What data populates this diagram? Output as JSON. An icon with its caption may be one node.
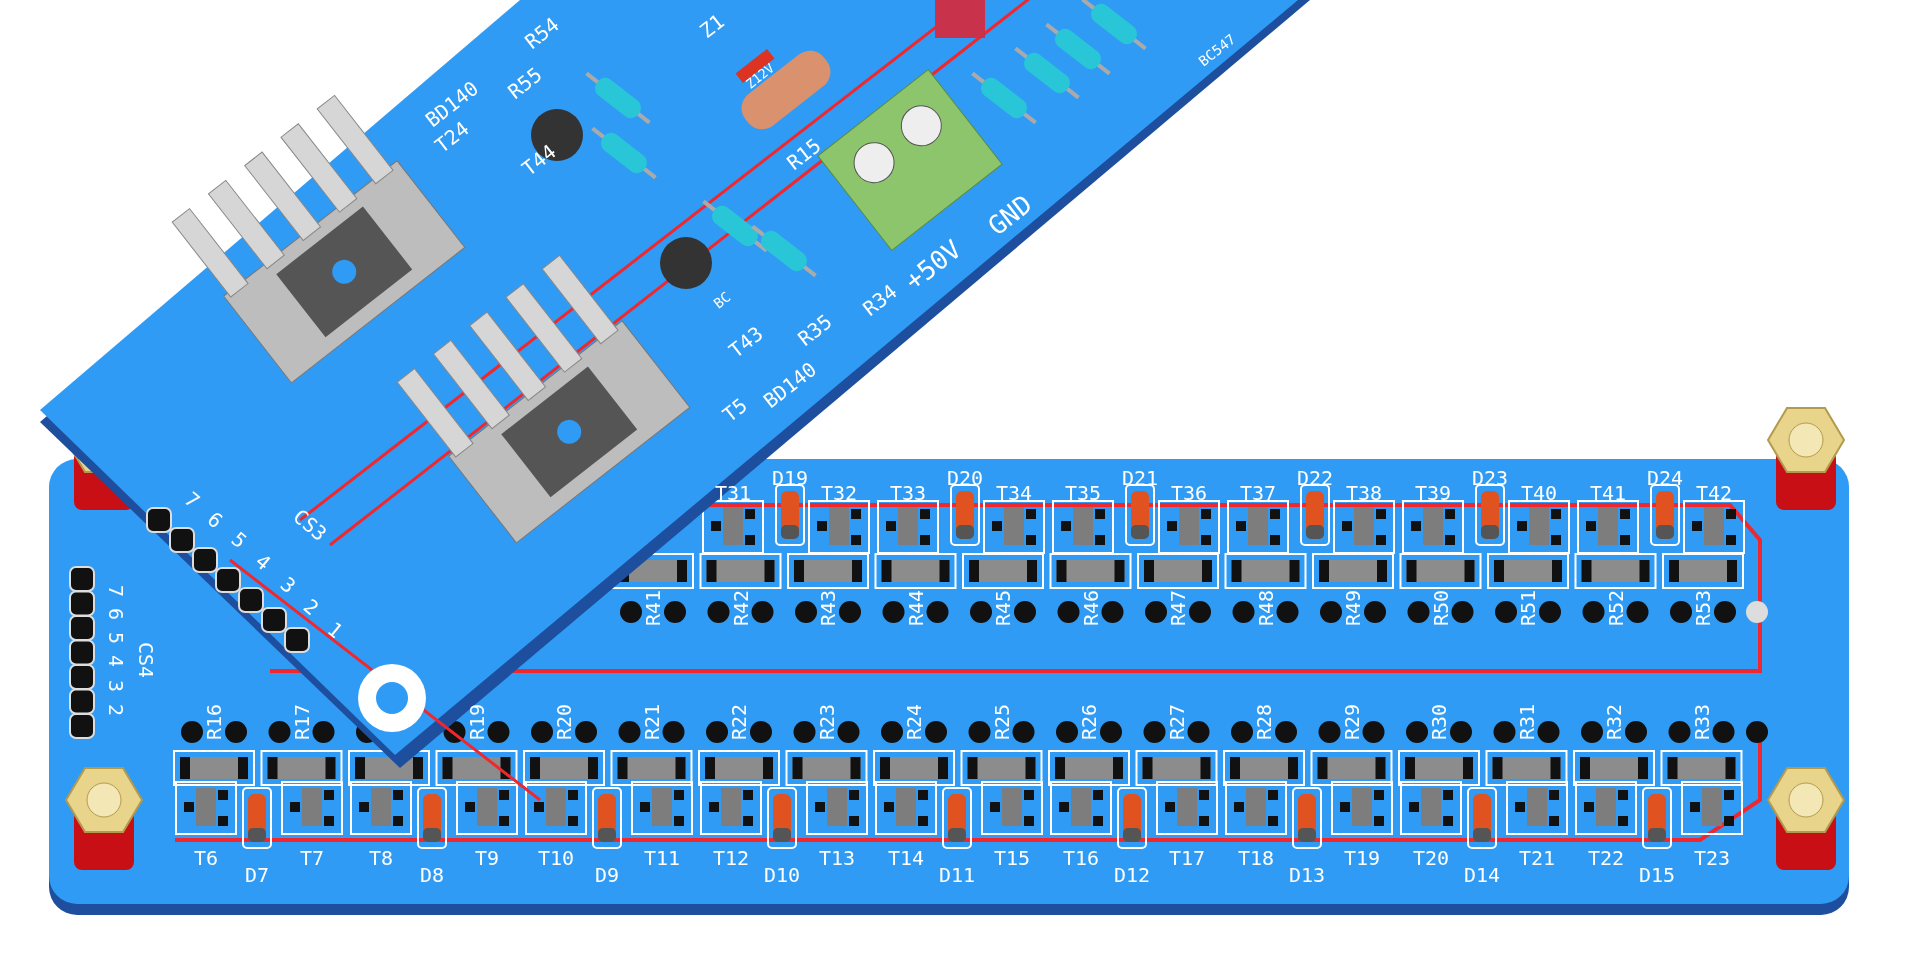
{
  "diagram": {
    "labels": [
      "R54",
      "R55",
      "Z1",
      "Z12V",
      "BD140",
      "T24",
      "T44",
      "R15",
      "+50V",
      "GND",
      "BC547",
      "T43",
      "BC",
      "R35",
      "R34",
      "T5",
      "BD140",
      "CS3",
      "7",
      "6",
      "5",
      "4",
      "3",
      "2",
      "1",
      "CS4",
      "7",
      "6",
      "5",
      "4",
      "3",
      "2",
      "T31",
      "D19",
      "T32",
      "T33",
      "D20",
      "T34",
      "T35",
      "D21",
      "T36",
      "T37",
      "D22",
      "T38",
      "T39",
      "D23",
      "T40",
      "T41",
      "D24",
      "T42",
      "R41",
      "R42",
      "R43",
      "R44",
      "R45",
      "R46",
      "R47",
      "R48",
      "R49",
      "R50",
      "R51",
      "R52",
      "R53",
      "R16",
      "R17",
      "R19",
      "R20",
      "R21",
      "R22",
      "R23",
      "R24",
      "R25",
      "R26",
      "R27",
      "R28",
      "R29",
      "R30",
      "R31",
      "R32",
      "R33",
      "T6",
      "D7",
      "T7",
      "T8",
      "D8",
      "T9",
      "T10",
      "D9",
      "T11",
      "T12",
      "D10",
      "T13",
      "T14",
      "D11",
      "T15",
      "T16",
      "D12",
      "T17",
      "T18",
      "D13",
      "T19",
      "T20",
      "D14",
      "T21",
      "T22",
      "D15",
      "T23"
    ]
  }
}
